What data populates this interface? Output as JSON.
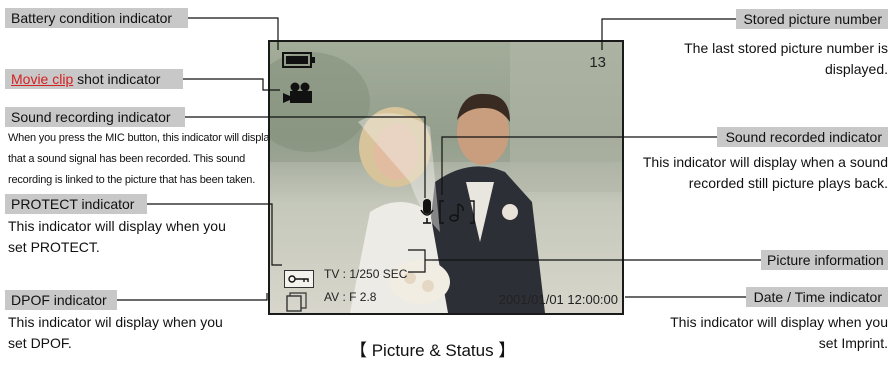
{
  "labels": {
    "battery": "Battery condition indicator",
    "movie_link": "Movie clip",
    "movie_rest": " shot indicator",
    "sound_rec": "Sound recording indicator",
    "protect": "PROTECT indicator",
    "dpof": "DPOF indicator",
    "stored": "Stored picture number",
    "sound_recorded": "Sound recorded indicator",
    "picture_info": "Picture information",
    "datetime": "Date / Time indicator"
  },
  "descriptions": {
    "sound_rec": [
      "When you press the MIC button, this indicator will display",
      "that a sound signal has been recorded. This sound",
      "recording is linked to the picture that has been taken."
    ],
    "protect": [
      "This indicator will display when you",
      "set PROTECT."
    ],
    "dpof": [
      "This indicator wil display when you",
      "set DPOF."
    ],
    "stored": [
      "The last stored picture number is",
      "displayed."
    ],
    "sound_recorded": [
      "This indicator will display when a sound",
      "recorded still  picture plays back."
    ],
    "datetime": [
      "This indicator will display when you",
      "set Imprint."
    ]
  },
  "overlay": {
    "picture_number": "13",
    "tv": "TV : 1/250 SEC",
    "av": "AV :  F 2.8",
    "datetime": "2001/01/01 12:00:00"
  },
  "caption": "【 Picture & Status 】",
  "colors": {
    "label_bg": "#c8c8c8",
    "link": "#d42020",
    "frame": "#1a1a1a"
  },
  "icons": [
    "battery-icon",
    "movie-camera-icon",
    "microphone-icon",
    "sound-note-icon",
    "key-icon",
    "dpof-icon"
  ]
}
